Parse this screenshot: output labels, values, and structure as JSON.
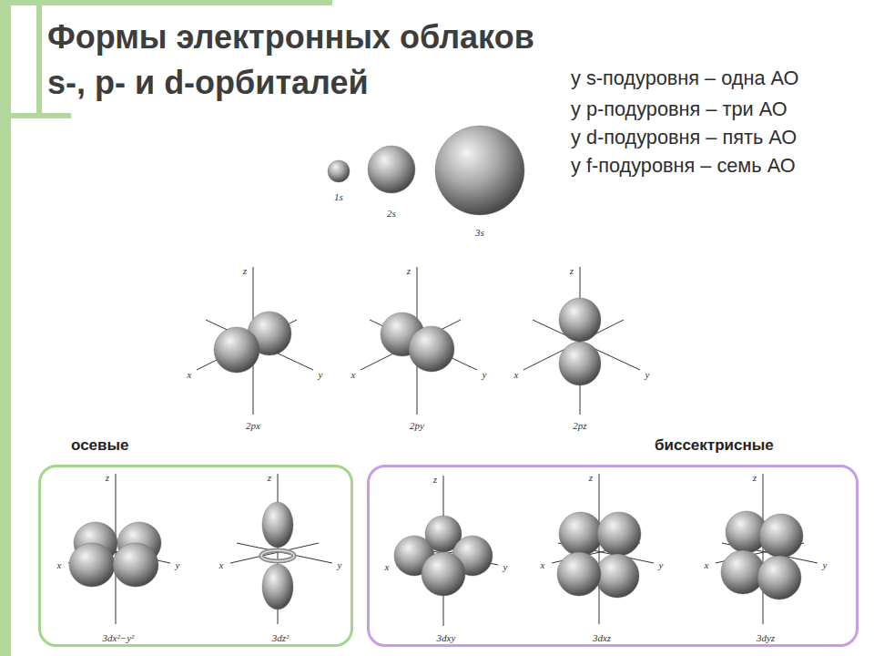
{
  "diagram": {
    "title": "Формы электронных облаков s-, p- и d-орбиталей",
    "nodes": [
      {
        "text": [
          "осевые",
          "3dx²−y²",
          "3dz²"
        ]
      },
      {
        "text": [
          "биссектрисные",
          "3dxy",
          "3dxz",
          "3dyz"
        ]
      }
    ],
    "labels": [
      "у s-подуровня – одна АО",
      "у p-подуровня – три АО",
      "у d-подуровня – пять АО",
      "у f-подуровня – семь АО",
      "1s",
      "2s",
      "3s",
      "z",
      "x",
      "y",
      "2px",
      "z",
      "x",
      "y",
      "2py",
      "z",
      "x",
      "y",
      "2pz",
      "z",
      "x",
      "y",
      "z",
      "x",
      "y",
      "z",
      "x",
      "y",
      "z",
      "x",
      "y",
      "z",
      "x",
      "y"
    ]
  }
}
